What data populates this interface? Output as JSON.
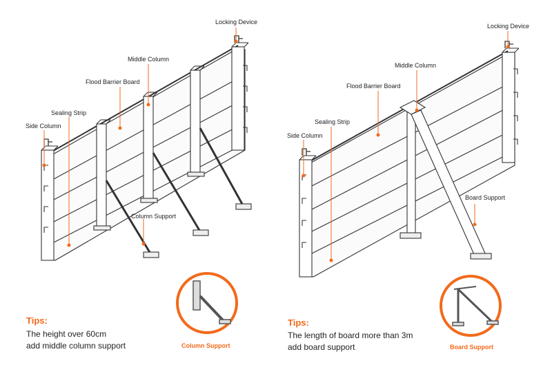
{
  "left_diagram": {
    "labels": {
      "locking_device": "Locking Device",
      "middle_column": "Middle Column",
      "flood_barrier_board": "Flood Barrier Board",
      "sealing_strip": "Sealing Strip",
      "side_column": "Side Column",
      "column_support": "Column Support"
    },
    "tips": {
      "title": "Tips:",
      "line1": "The height over 60cm",
      "line2": "add middle column support"
    },
    "badge_caption": "Column Support"
  },
  "right_diagram": {
    "labels": {
      "locking_device": "Locking Device",
      "middle_column": "Middle Column",
      "flood_barrier_board": "Flood Barrier Board",
      "sealing_strip": "Sealing Strip",
      "side_column": "Side Column",
      "board_support": "Board Support"
    },
    "tips": {
      "title": "Tips:",
      "line1": "The length of board more than 3m",
      "line2": "add board support"
    },
    "badge_caption": "Board Support"
  },
  "colors": {
    "accent": "#f26a1b",
    "line": "#333333",
    "text": "#222222"
  }
}
